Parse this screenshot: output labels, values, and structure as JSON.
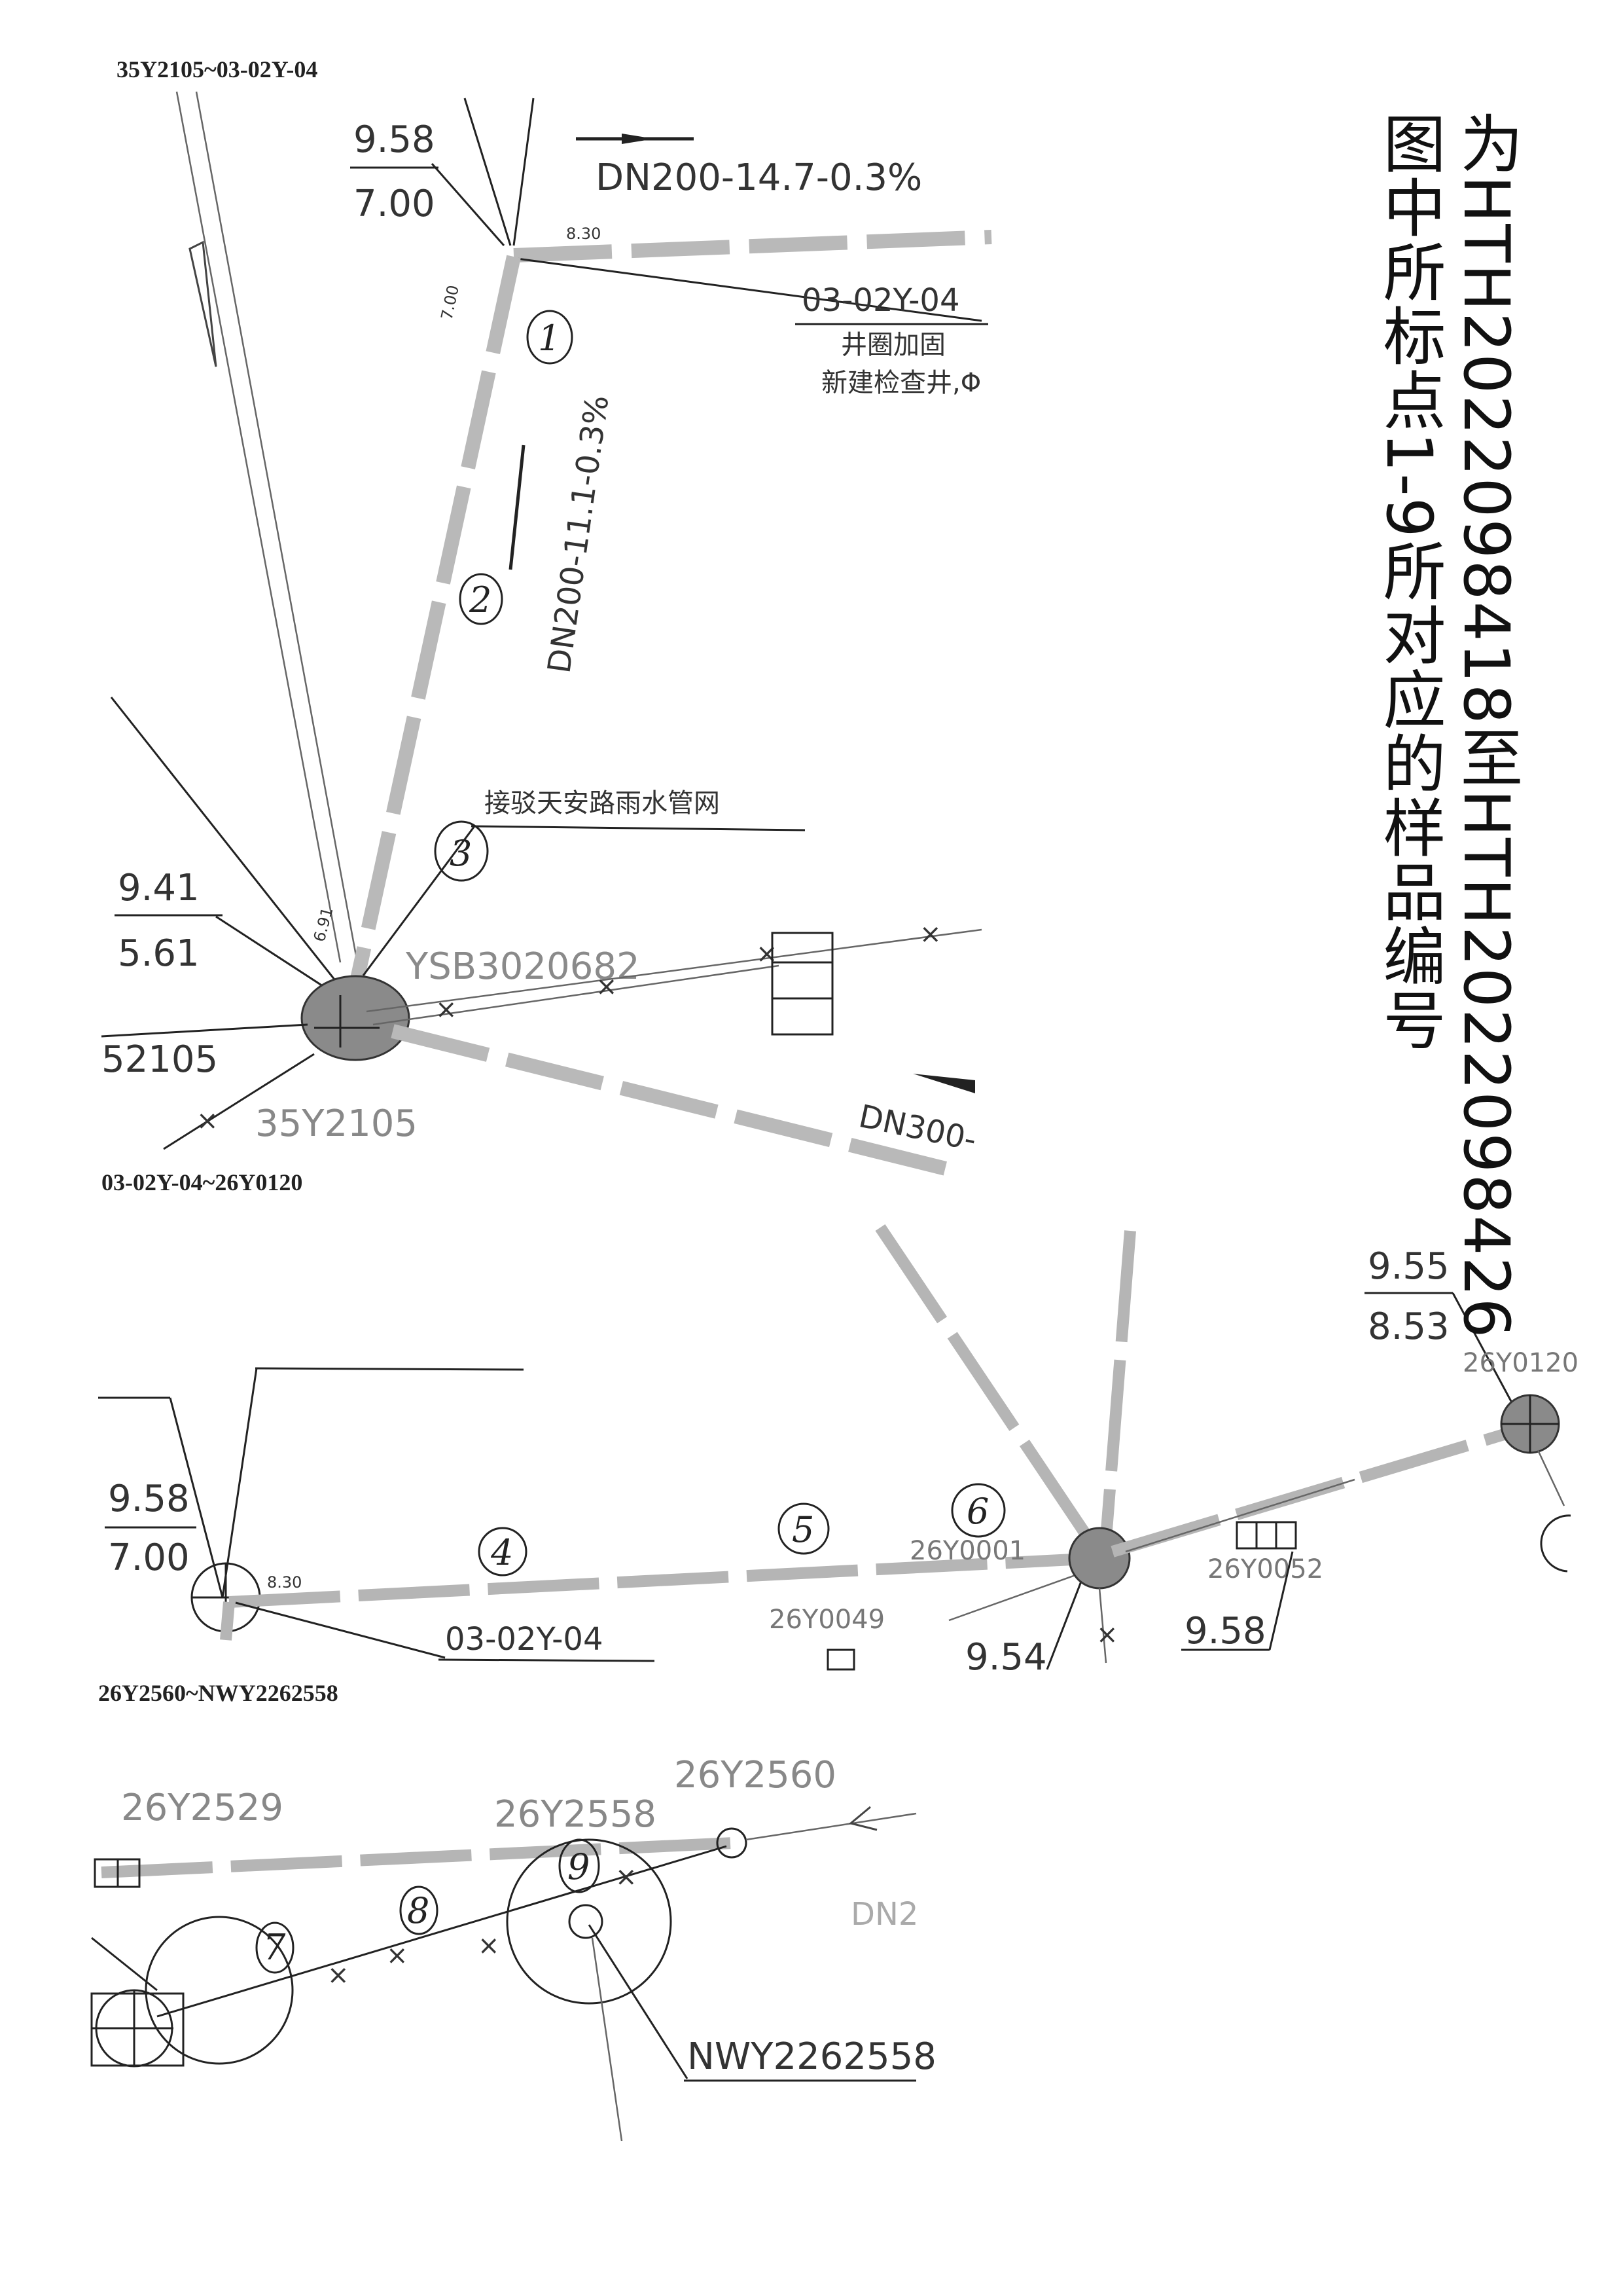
{
  "note": {
    "line1": "为HTH2022098418至HTH2022098426",
    "line2": "图中所标点1-9所对应的样品编号"
  },
  "panel1": {
    "title": "35Y2105~03-02Y-04",
    "elev_top": "9.58",
    "elev_bottom": "7.00",
    "pipe_spec_1": "DN200-14.7-0.3%",
    "small_830": "8.30",
    "small_700": "7.00",
    "well_id": "03-02Y-04",
    "well_note_1": "井圈加固",
    "well_note_2": "新建检查井,Φ",
    "pipe_spec_2": "DN200-11.1-0.3%",
    "connect_note": "接驳天安路雨水管网",
    "elev_a": "9.41",
    "elev_b": "5.61",
    "small_691": "6.91",
    "ysb_id": "YSB3020682",
    "left_id": "52105",
    "node_id": "35Y2105",
    "pipe_spec_3": "DN300-",
    "marks": [
      "1",
      "2",
      "3"
    ]
  },
  "panel2": {
    "title": "03-02Y-04~26Y0120",
    "elev_a": "9.58",
    "elev_b": "7.00",
    "small_830": "8.30",
    "well_id": "03-02Y-04",
    "id_0049": "26Y0049",
    "id_0001": "26Y0001",
    "elev_954": "9.54",
    "id_0052": "26Y0052",
    "elev_958": "9.58",
    "elev_955": "9.55",
    "elev_853": "8.53",
    "id_0120": "26Y0120",
    "marks": [
      "4",
      "5",
      "6"
    ]
  },
  "panel3": {
    "title": "26Y2560~NWY2262558",
    "id_2529": "26Y2529",
    "id_2558": "26Y2558",
    "id_2560": "26Y2560",
    "dn": "DN2",
    "nwy": "NWY2262558",
    "marks": [
      "7",
      "8",
      "9"
    ]
  }
}
